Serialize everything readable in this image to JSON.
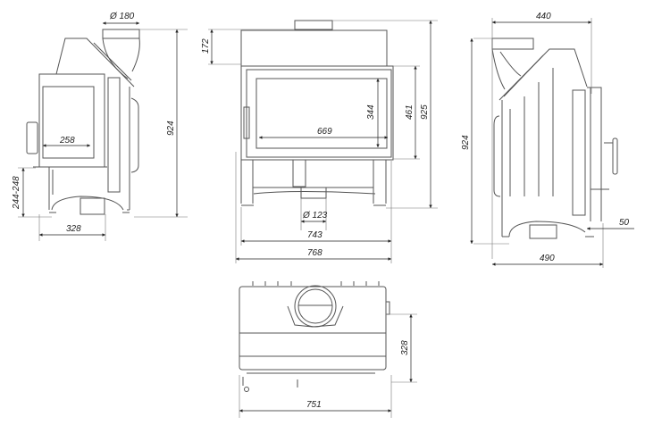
{
  "title": "Fireplace insert dimensional drawing",
  "views": {
    "left_side": {
      "flue_diameter": "Ø 180",
      "height": "924",
      "glass_width": "258",
      "base_height": "244-248",
      "depth": "328"
    },
    "front": {
      "top_height": "172",
      "glass_width": "669",
      "glass_height": "344",
      "door_height": "461",
      "height": "925",
      "inlet_diameter": "Ø 123",
      "leg_span": "743",
      "width": "768"
    },
    "right_side": {
      "flue_offset": "440",
      "height": "924",
      "depth": "490",
      "door_offset": "50"
    },
    "top": {
      "depth": "328",
      "width": "751"
    }
  }
}
